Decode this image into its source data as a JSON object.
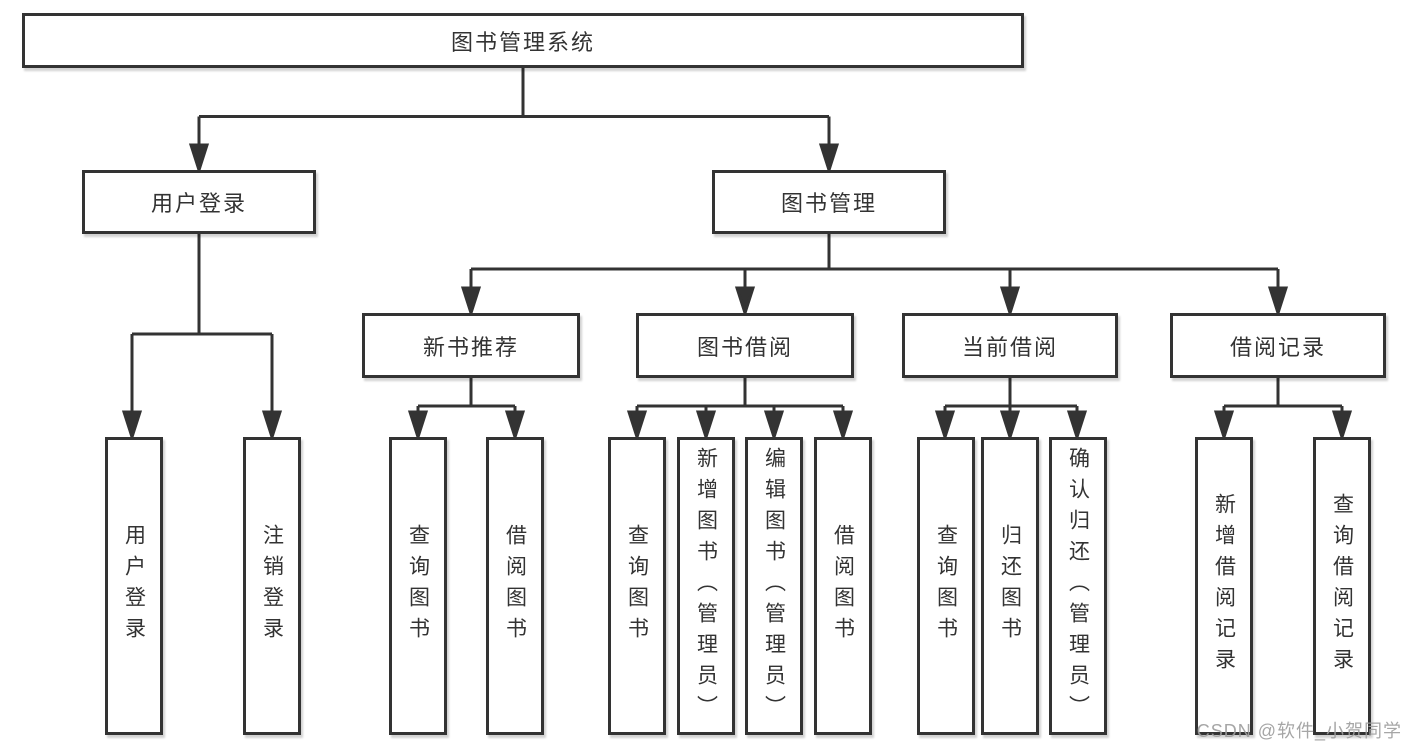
{
  "tree": {
    "label": "图书管理系统",
    "children": [
      {
        "label": "用户登录",
        "children": [
          {
            "label": "用户登录"
          },
          {
            "label": "注销登录"
          }
        ]
      },
      {
        "label": "图书管理",
        "children": [
          {
            "label": "新书推荐",
            "children": [
              {
                "label": "查询图书"
              },
              {
                "label": "借阅图书"
              }
            ]
          },
          {
            "label": "图书借阅",
            "children": [
              {
                "label": "查询图书"
              },
              {
                "label": "新增图书（管理员）"
              },
              {
                "label": "编辑图书（管理员）"
              },
              {
                "label": "借阅图书"
              }
            ]
          },
          {
            "label": "当前借阅",
            "children": [
              {
                "label": "查询图书"
              },
              {
                "label": "归还图书"
              },
              {
                "label": "确认归还（管理员）"
              }
            ]
          },
          {
            "label": "借阅记录",
            "children": [
              {
                "label": "新增借阅记录"
              },
              {
                "label": "查询借阅记录"
              }
            ]
          }
        ]
      }
    ]
  },
  "watermark": "CSDN @软件_小贺同学",
  "colors": {
    "line": "#333333",
    "text": "#333333",
    "background": "#ffffff",
    "watermark": "#9e9e9e"
  }
}
